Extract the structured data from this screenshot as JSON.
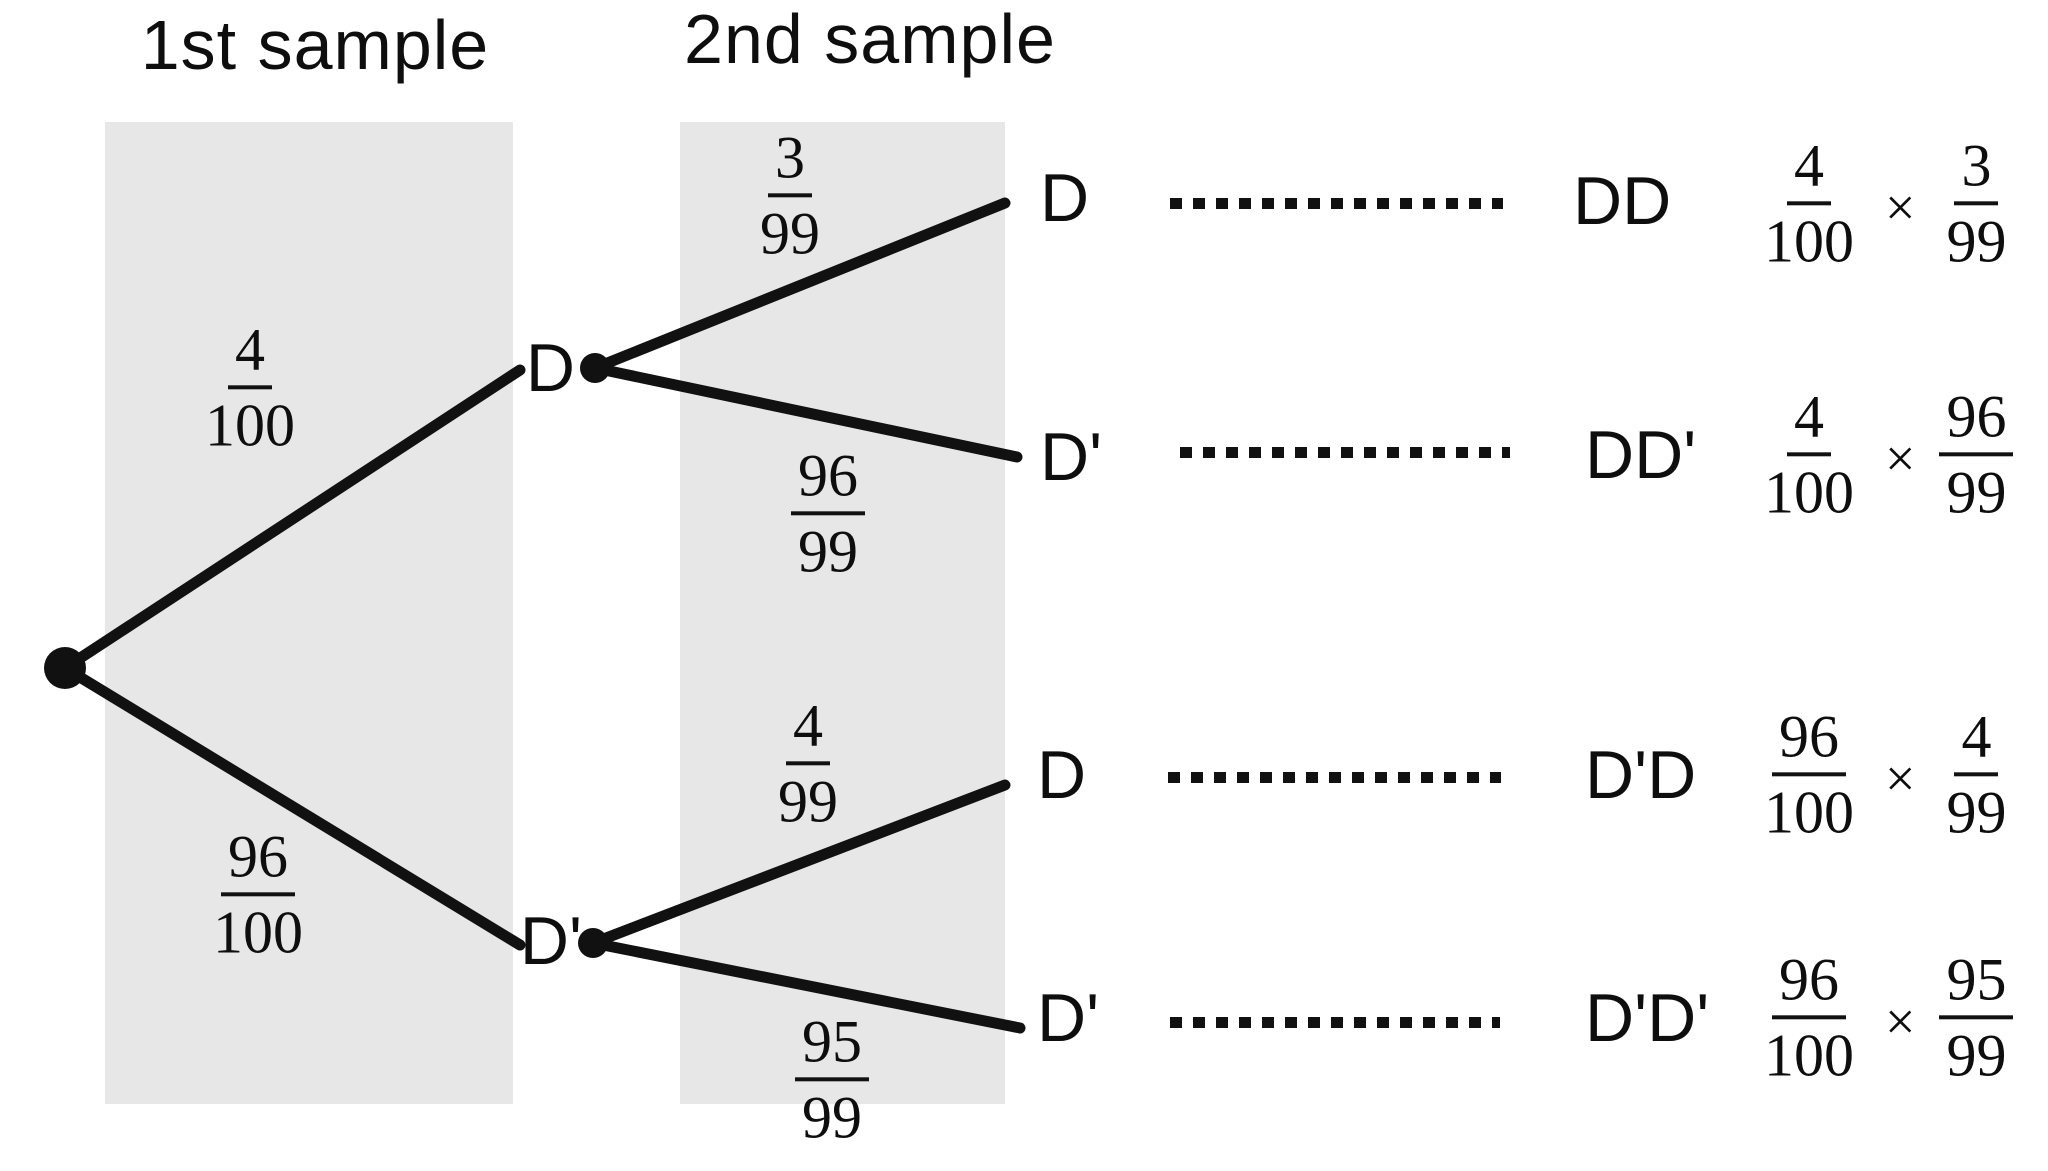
{
  "titles": {
    "col1": "1st sample",
    "col2": "2nd sample"
  },
  "symbols": {
    "times": "×"
  },
  "tree": {
    "description": "Probability tree for drawing two items without replacement; D = defective, D' = not defective",
    "branches": {
      "d": {
        "label": "D",
        "prob": {
          "num": "4",
          "den": "100"
        }
      },
      "dp": {
        "label": "D'",
        "prob": {
          "num": "96",
          "den": "100"
        }
      },
      "dd": {
        "label": "D",
        "prob": {
          "num": "3",
          "den": "99"
        }
      },
      "ddp": {
        "label": "D'",
        "prob": {
          "num": "96",
          "den": "99"
        }
      },
      "dpd": {
        "label": "D",
        "prob": {
          "num": "4",
          "den": "99"
        }
      },
      "dpdp": {
        "label": "D'",
        "prob": {
          "num": "95",
          "den": "99"
        }
      }
    },
    "outcomes": [
      {
        "label": "DD",
        "f1": {
          "num": "4",
          "den": "100"
        },
        "f2": {
          "num": "3",
          "den": "99"
        }
      },
      {
        "label": "DD'",
        "f1": {
          "num": "4",
          "den": "100"
        },
        "f2": {
          "num": "96",
          "den": "99"
        }
      },
      {
        "label": "D'D",
        "f1": {
          "num": "96",
          "den": "100"
        },
        "f2": {
          "num": "4",
          "den": "99"
        }
      },
      {
        "label": "D'D'",
        "f1": {
          "num": "96",
          "den": "100"
        },
        "f2": {
          "num": "95",
          "den": "99"
        }
      }
    ]
  }
}
